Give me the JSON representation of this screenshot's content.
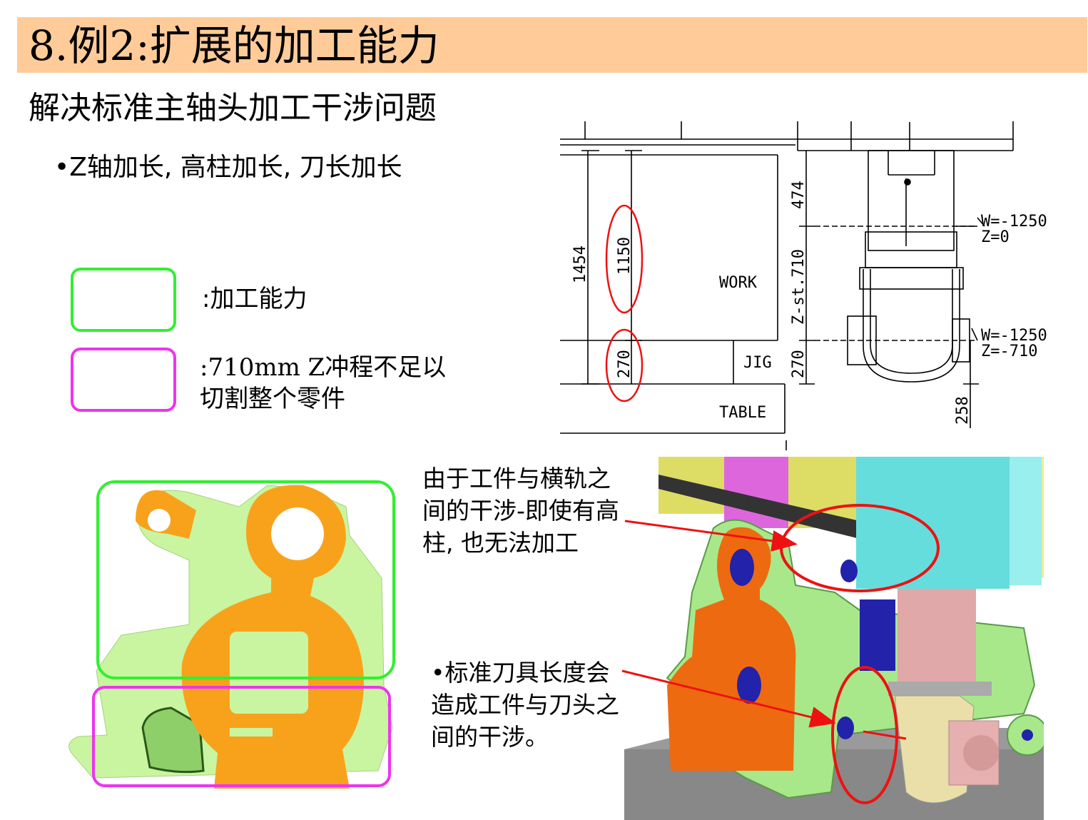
{
  "header": {
    "title": "8.例2:扩展的加工能力"
  },
  "subtitle": "解决标准主轴头加工干涉问题",
  "bullet": "•Z轴加长, 高柱加长, 刀长加长",
  "legend": {
    "green_label": ":加工能力",
    "magenta_label_line1": " :710mm Z冲程不足以",
    "magenta_label_line2": "切割整个零件",
    "green_color": "#33ee33",
    "magenta_color": "#ee33ee"
  },
  "drawing": {
    "dim_1454": "1454",
    "dim_1150": "1150",
    "dim_270_left": "270",
    "dim_474": "474",
    "dim_zst": "Z-st.710",
    "dim_270_right": "270",
    "dim_258": "258",
    "work": "WORK",
    "jig": "JIG",
    "table": "TABLE",
    "w1": "W=-1250",
    "z1": "Z=0",
    "w2": "W=-1250",
    "z2": "Z=-710"
  },
  "annotations": {
    "note1_line1": "由于工件与横轨之",
    "note1_line2": "间的干涉-即使有高",
    "note1_line3": "柱, 也无法加工",
    "note2_line1": "•标准刀具长度会",
    "note2_line2": "造成工件与刀头之",
    "note2_line3": "间的干涉。",
    "arrow_color": "#ee1111"
  }
}
